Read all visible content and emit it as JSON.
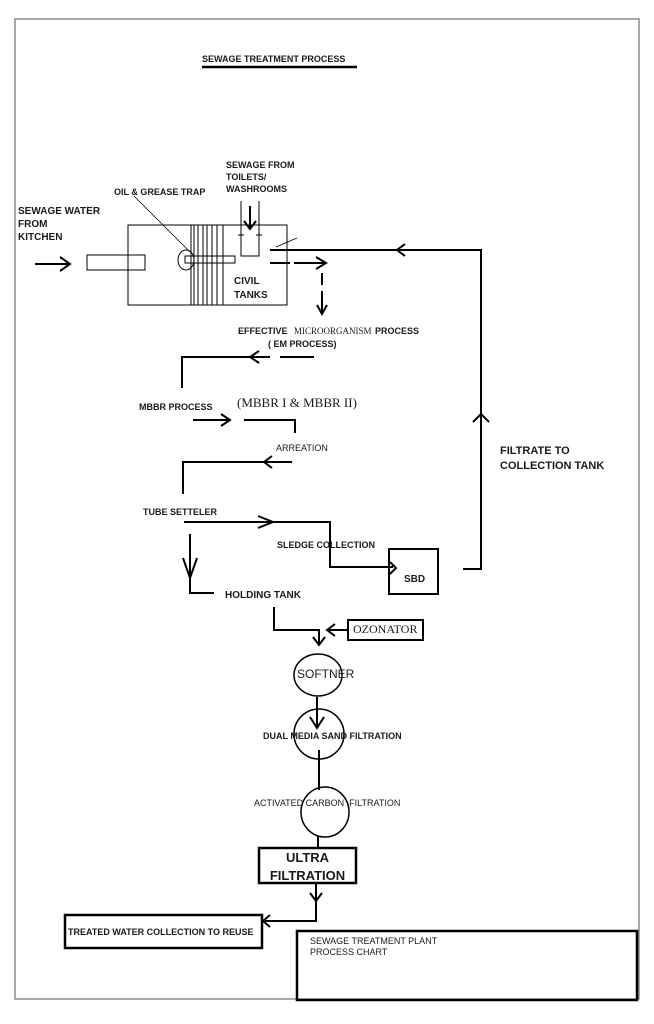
{
  "title": "SEWAGE TREATMENT PROCESS",
  "labels": {
    "sewage_kitchen": "SEWAGE WATER\nFROM\nKITCHEN",
    "oil_grease_trap": "OIL & GREASE TRAP",
    "sewage_toilets": "SEWAGE FROM\nTOILETS/\nWASHROOMS",
    "civil_tanks": "CIVIL\nTANKS",
    "em_process_a": "EFFECTIVE",
    "em_process_b": "MICROORGANISM",
    "em_process_c": "PROCESS",
    "em_process_sub": "( EM PROCESS)",
    "mbbr_process": "MBBR PROCESS",
    "mbbr_detail": "(MBBR I & MBBR II)",
    "arreation": "ARREATION",
    "tube_setteler": "TUBE SETTELER",
    "sledge_collection": "SLEDGE COLLECTION",
    "sbd": "SBD",
    "filtrate": "FILTRATE TO\nCOLLECTION TANK",
    "holding_tank": "HOLDING TANK",
    "ozonator": "OZONATOR",
    "softner": "SOFTNER",
    "dual_media": "DUAL MEDIA SAND FILTRATION",
    "activated_carbon": "ACTIVATED CARBON  FILTRATION",
    "ultra_filtration": "ULTRA\nFILTRATION",
    "treated_water": "TREATED WATER COLLECTION TO REUSE"
  },
  "title_block": {
    "text": "SEWAGE TREATMENT PLANT\nPROCESS CHART"
  },
  "colors": {
    "line": "#000000",
    "border": "#555555",
    "text": "#1a1a1a"
  }
}
